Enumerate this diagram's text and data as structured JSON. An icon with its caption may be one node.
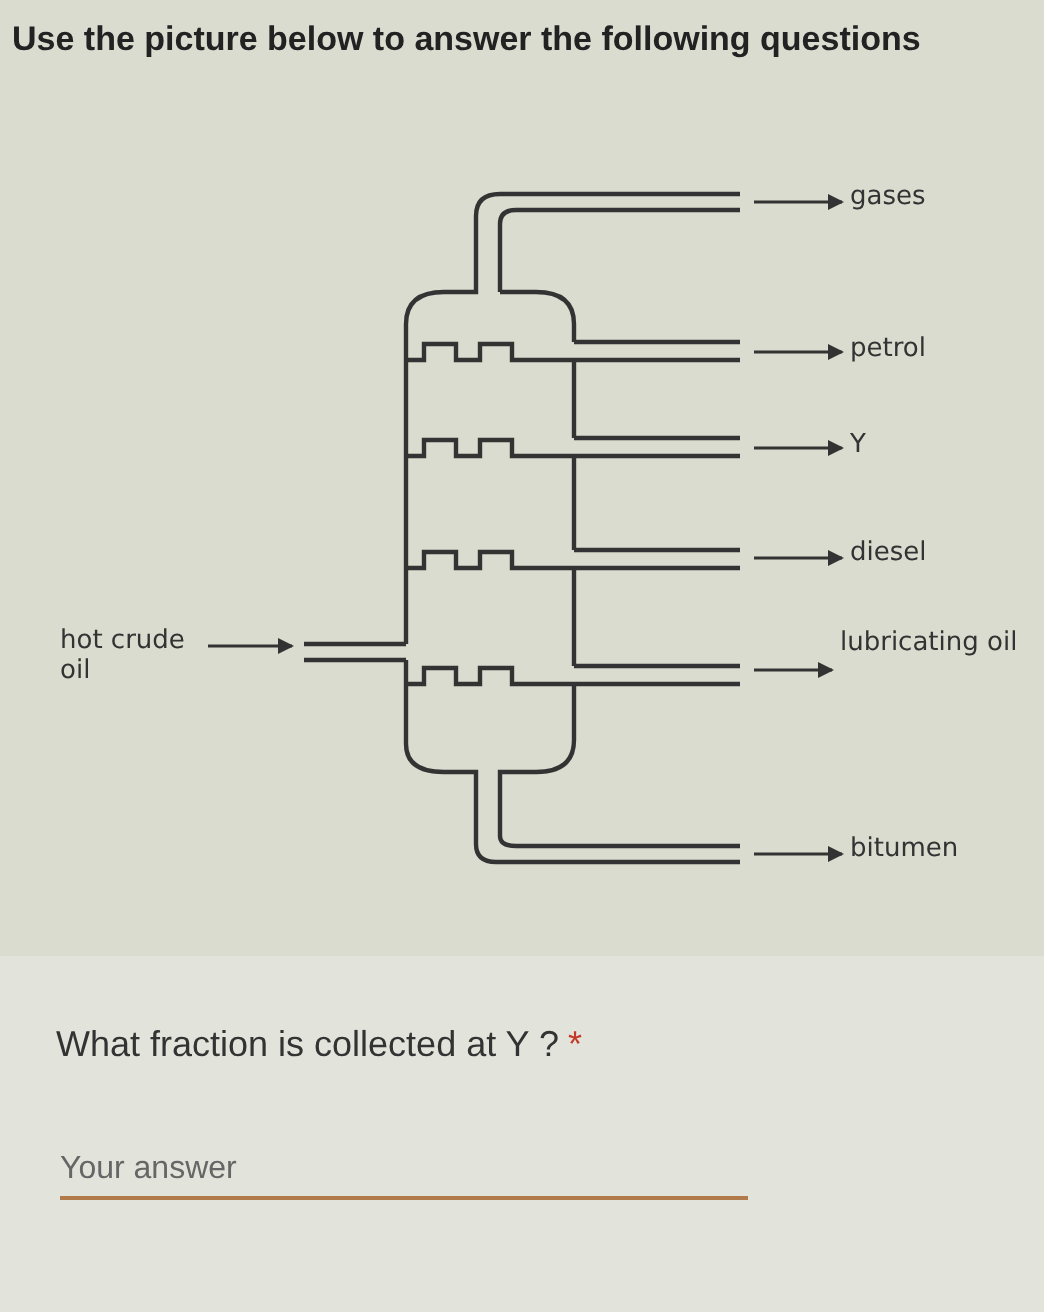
{
  "diagram": {
    "title": "Use the picture below to answer the following questions",
    "nodes": [
      {
        "text": [],
        "shape": "column"
      },
      {
        "text": [
          "hot crude oil"
        ]
      },
      {
        "text": [
          "gases"
        ]
      },
      {
        "text": [
          "petrol"
        ]
      },
      {
        "text": [
          "Y"
        ]
      },
      {
        "text": [
          "diesel"
        ]
      },
      {
        "text": [
          "lubricating oil"
        ]
      },
      {
        "text": [
          "bitumen"
        ]
      }
    ],
    "edges": [
      {
        "from": 1,
        "to": 0,
        "arrow": "to"
      },
      {
        "from": 0,
        "to": 2,
        "arrow": "to"
      },
      {
        "from": 0,
        "to": 3,
        "arrow": "to"
      },
      {
        "from": 0,
        "to": 4,
        "arrow": "to"
      },
      {
        "from": 0,
        "to": 5,
        "arrow": "to"
      },
      {
        "from": 0,
        "to": 6,
        "arrow": "to"
      },
      {
        "from": 0,
        "to": 7,
        "arrow": "to"
      }
    ],
    "labels": [
      "What fraction is collected at Y ?",
      "*",
      "Your answer"
    ]
  }
}
